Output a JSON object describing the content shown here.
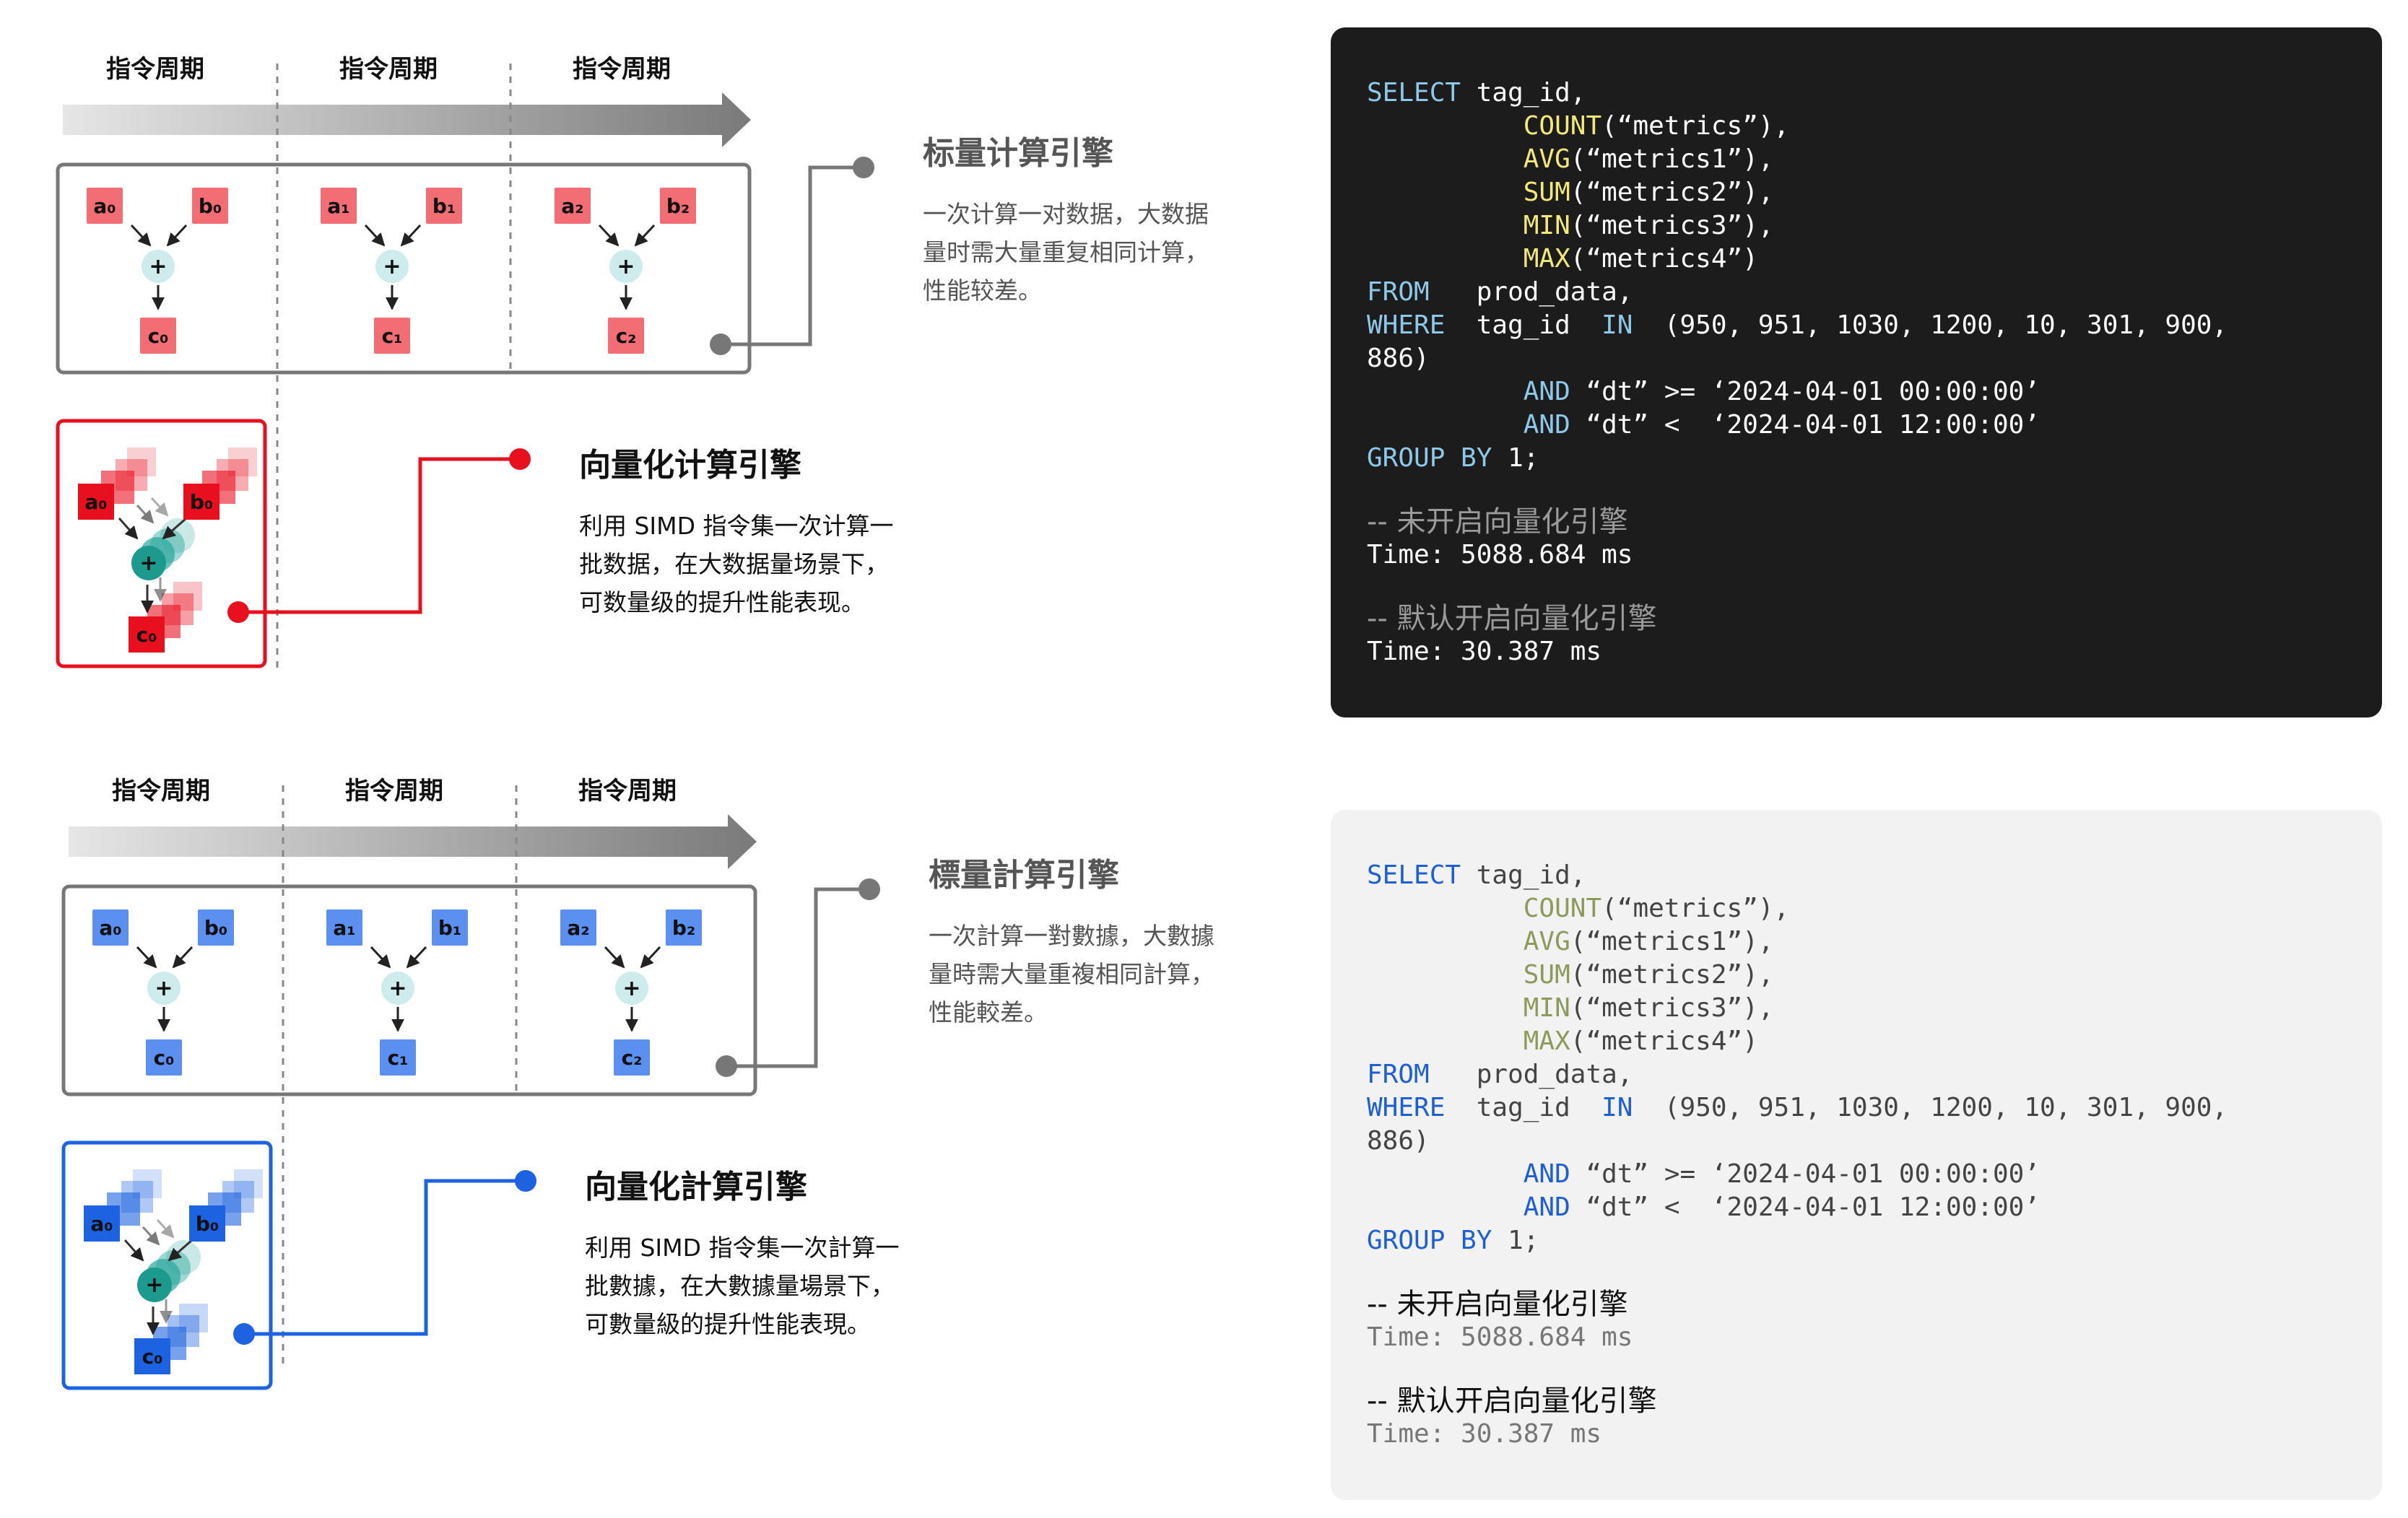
{
  "top": {
    "cycle_labels": [
      "指令周期",
      "指令周期",
      "指令周期"
    ],
    "scalar_title": "标量计算引擎",
    "scalar_desc": "一次计算一对数据，大数据\n量时需大量重复相同计算，\n性能较差。",
    "vector_title": "向量化计算引擎",
    "vector_desc": "利用 SIMD 指令集一次计算一\n批数据，在大数据量场景下，\n可数量级的提升性能表现。",
    "accent": "#e8101f",
    "box_fill": "#f26d74"
  },
  "bottom": {
    "cycle_labels": [
      "指令周期",
      "指令周期",
      "指令周期"
    ],
    "scalar_title": "標量計算引擎",
    "scalar_desc": "一次計算一對數據，大數據\n量時需大量重複相同計算，\n性能較差。",
    "vector_title": "向量化計算引擎",
    "vector_desc": "利用 SIMD 指令集一次計算一\n批數據，在大數據量場景下，\n可數量級的提升性能表現。",
    "accent": "#1d62e0",
    "box_fill": "#5b8ff0"
  },
  "operand_labels": {
    "a": [
      "a₀",
      "a₁",
      "a₂"
    ],
    "b": [
      "b₀",
      "b₁",
      "b₂"
    ],
    "c": [
      "c₀",
      "c₁",
      "c₂"
    ],
    "plus": "+",
    "vector": [
      "a₀",
      "b₀",
      "c₀"
    ]
  },
  "code": {
    "lines": [
      [
        {
          "t": "kw",
          "s": "SELECT"
        },
        {
          "t": "p",
          "s": " tag_id,"
        }
      ],
      [
        {
          "t": "p",
          "s": "          "
        },
        {
          "t": "fn",
          "s": "COUNT"
        },
        {
          "t": "p",
          "s": "(“metrics”),"
        }
      ],
      [
        {
          "t": "p",
          "s": "          "
        },
        {
          "t": "fn",
          "s": "AVG"
        },
        {
          "t": "p",
          "s": "(“metrics1”),"
        }
      ],
      [
        {
          "t": "p",
          "s": "          "
        },
        {
          "t": "fn",
          "s": "SUM"
        },
        {
          "t": "p",
          "s": "(“metrics2”),"
        }
      ],
      [
        {
          "t": "p",
          "s": "          "
        },
        {
          "t": "fn",
          "s": "MIN"
        },
        {
          "t": "p",
          "s": "(“metrics3”),"
        }
      ],
      [
        {
          "t": "p",
          "s": "          "
        },
        {
          "t": "fn",
          "s": "MAX"
        },
        {
          "t": "p",
          "s": "(“metrics4”)"
        }
      ],
      [
        {
          "t": "kw",
          "s": "FROM"
        },
        {
          "t": "p",
          "s": "   prod_data,"
        }
      ],
      [
        {
          "t": "kw",
          "s": "WHERE"
        },
        {
          "t": "p",
          "s": "  tag_id  "
        },
        {
          "t": "kw",
          "s": "IN"
        },
        {
          "t": "p",
          "s": "  (950, 951, 1030, 1200, 10, 301, 900,"
        }
      ],
      [
        {
          "t": "p",
          "s": "886)"
        }
      ],
      [
        {
          "t": "p",
          "s": "          "
        },
        {
          "t": "kw",
          "s": "AND"
        },
        {
          "t": "p",
          "s": " “dt” >= ‘2024-04-01 00:00:00’"
        }
      ],
      [
        {
          "t": "p",
          "s": "          "
        },
        {
          "t": "kw",
          "s": "AND"
        },
        {
          "t": "p",
          "s": " “dt” <  ‘2024-04-01 12:00:00’"
        }
      ],
      [
        {
          "t": "kw",
          "s": "GROUP BY"
        },
        {
          "t": "p",
          "s": " 1;"
        }
      ]
    ],
    "comment1": "-- 未开启向量化引擎",
    "time1": "Time: 5088.684 ms",
    "comment2": "-- 默认开启向量化引擎",
    "time2": "Time: 30.387 ms"
  }
}
